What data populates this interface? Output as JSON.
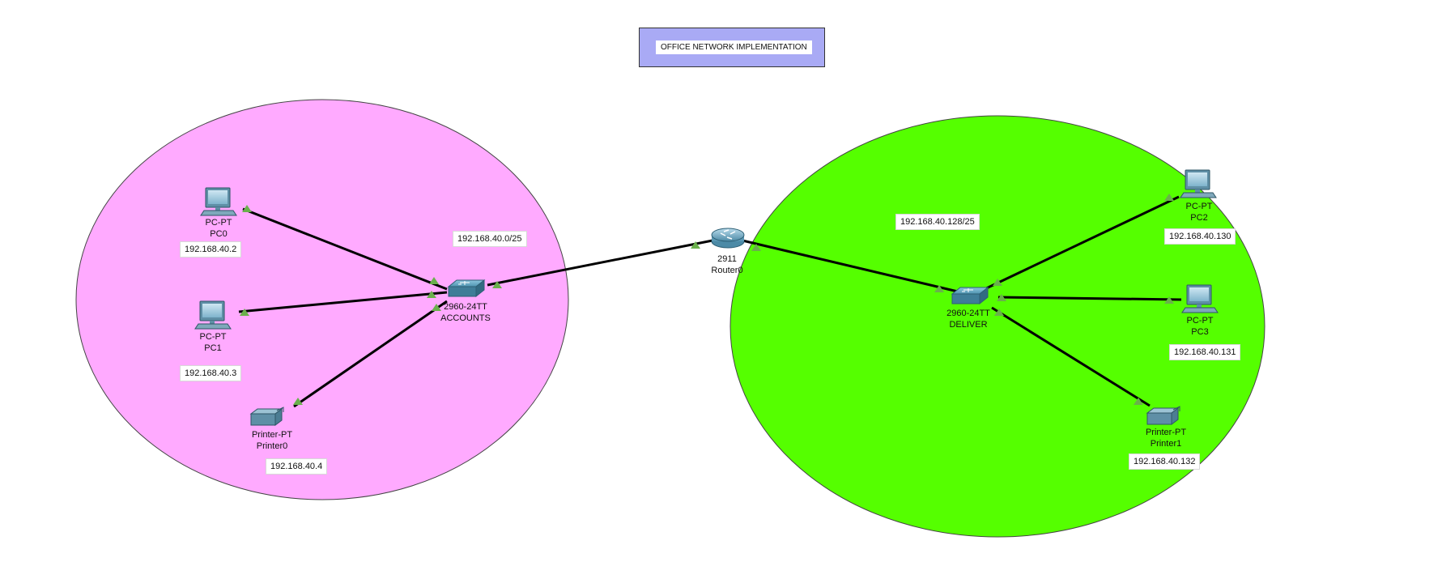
{
  "title": "OFFICE NETWORK IMPLEMENTATION",
  "colors": {
    "zone_accounts": "#ffaaff",
    "zone_deliver": "#55ff00",
    "title_box": "#a9aaf5",
    "link": "#000000",
    "port_light": "#6ab04c"
  },
  "zones": {
    "accounts": {
      "subnet": "192.168.40.0/25"
    },
    "deliver": {
      "subnet": "192.168.40.128/25"
    }
  },
  "router": {
    "model": "2911",
    "name": "Router0",
    "icon": "router-icon"
  },
  "switches": [
    {
      "model": "2960-24TT",
      "name": "ACCOUNTS",
      "icon": "switch-icon"
    },
    {
      "model": "2960-24TT",
      "name": "DELIVER",
      "icon": "switch-icon"
    }
  ],
  "devices": [
    {
      "model": "PC-PT",
      "name": "PC0",
      "ip": "192.168.40.2",
      "icon": "pc-icon"
    },
    {
      "model": "PC-PT",
      "name": "PC1",
      "ip": "192.168.40.3",
      "icon": "pc-icon"
    },
    {
      "model": "Printer-PT",
      "name": "Printer0",
      "ip": "192.168.40.4",
      "icon": "printer-icon"
    },
    {
      "model": "PC-PT",
      "name": "PC2",
      "ip": "192.168.40.130",
      "icon": "pc-icon"
    },
    {
      "model": "PC-PT",
      "name": "PC3",
      "ip": "192.168.40.131",
      "icon": "pc-icon"
    },
    {
      "model": "Printer-PT",
      "name": "Printer1",
      "ip": "192.168.40.132",
      "icon": "printer-icon"
    }
  ]
}
